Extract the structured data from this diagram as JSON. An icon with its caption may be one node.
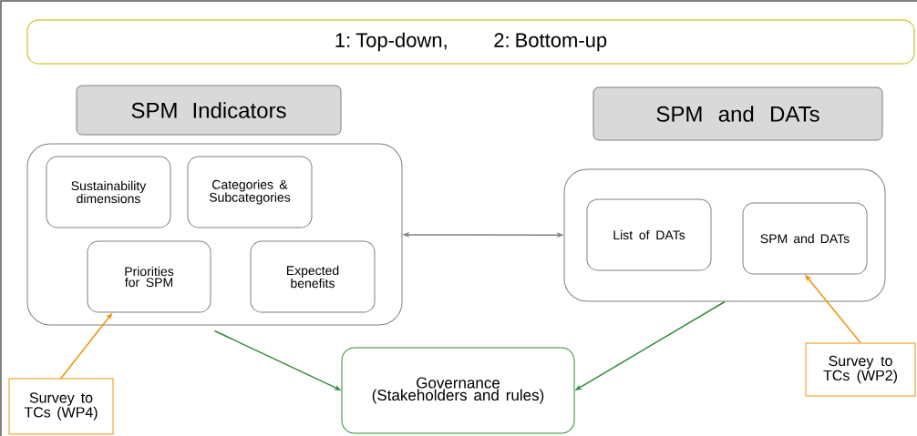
{
  "diagram": {
    "nodes": [
      {
        "text": [
          "1: Top-down, 2: Bottom-up"
        ]
      },
      {
        "text": [
          "SPM Indicators"
        ]
      },
      {
        "text": [
          "SPM and DATs"
        ]
      },
      {
        "text": [],
        "shape": "box"
      },
      {
        "text": [
          "Sustainability dimensions"
        ],
        "in": 3
      },
      {
        "text": [
          "Categories & Subcategories"
        ],
        "in": 3
      },
      {
        "text": [
          "Priorities for SPM"
        ],
        "in": 3
      },
      {
        "text": [
          "Expected benefits"
        ],
        "in": 3
      },
      {
        "text": [],
        "shape": "box"
      },
      {
        "text": [
          "List of DATs"
        ],
        "in": 8
      },
      {
        "text": [
          "SPM and DATs"
        ],
        "in": 8
      },
      {
        "text": [
          "Governance (Stakeholders and rules)"
        ]
      },
      {
        "text": [
          "Survey to TCs (WP4)"
        ]
      },
      {
        "text": [
          "Survey to TCs (WP2)"
        ]
      }
    ],
    "edges": [
      {
        "from": 3,
        "to": 8,
        "arrow": "both",
        "color": "#808080"
      },
      {
        "from": 3,
        "to": 11,
        "arrow": "to",
        "color": "#2e8b35"
      },
      {
        "from": 8,
        "to": 11,
        "arrow": "to",
        "color": "#2e8b35"
      },
      {
        "from": 12,
        "to": 6,
        "arrow": "to",
        "color": "#f0920a"
      },
      {
        "from": 13,
        "to": 10,
        "arrow": "to",
        "color": "#f0920a"
      }
    ]
  }
}
